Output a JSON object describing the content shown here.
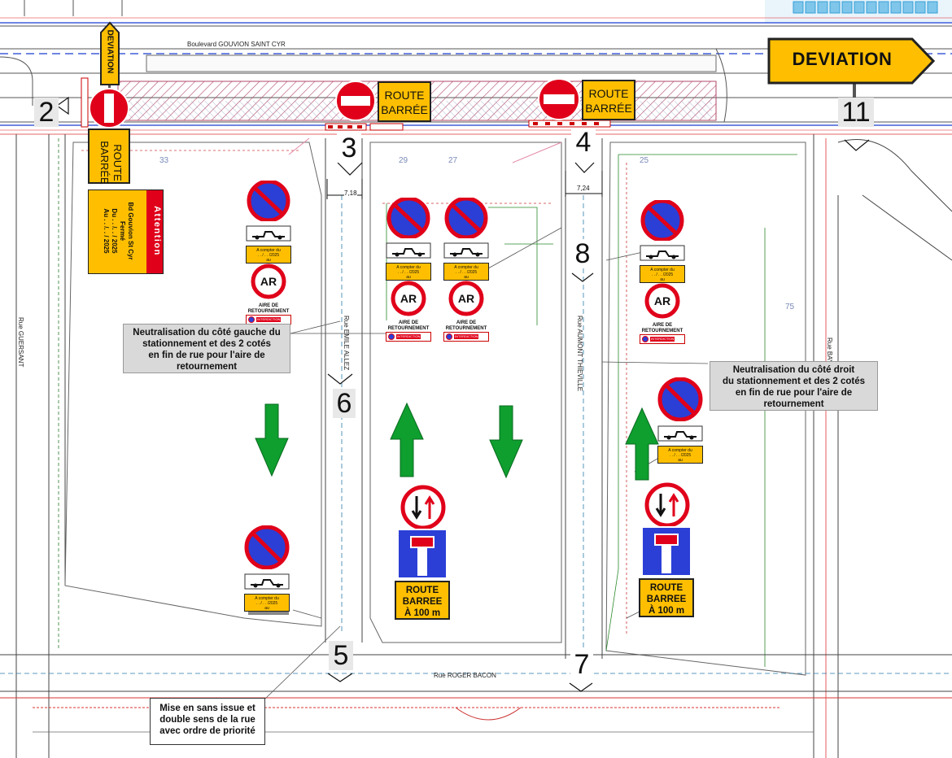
{
  "streets": {
    "boulevard": "Boulevard GOUVION SAINT CYR",
    "guersant": "Rue GUERSANT",
    "emile_allez": "Rue EMILE ALLEZ",
    "aumont_thieville": "Rue AUMONT THIEVILLE",
    "roger_bacon": "Rue ROGER BACON",
    "bayen": "Rue BAY"
  },
  "signs": {
    "deviation_big": "DEVIATION",
    "deviation_small": "DEVIATION",
    "route_barree": [
      "ROUTE",
      "BARRÉE"
    ],
    "route_barree_100": [
      "ROUTE",
      "BARREE",
      "À 100 m"
    ],
    "attention": {
      "header": "Attention",
      "lines": [
        "Bd Gouvion St Cyr",
        "Fermé",
        "Du . . /. . / 2025",
        "Au . . /. . / 2025"
      ]
    },
    "parking_panel": {
      "from": "A compter du",
      "date": ". . / . . /2025",
      "ou": "au",
      "date2": ". . / . . /2025"
    },
    "ar_label": "AR",
    "aire": [
      "AIRE DE",
      "RETOURNEMENT"
    ],
    "interdiction": [
      "INTERDICTION",
      "DE STATIONNER"
    ]
  },
  "measures": {
    "width_3": "7,18",
    "width_4": "7,24"
  },
  "points": [
    "2",
    "3",
    "4",
    "5",
    "6",
    "7",
    "8",
    "11"
  ],
  "notes": {
    "left": [
      "Neutralisation du côté gauche du",
      "stationnement et des 2 cotés",
      "en fin de rue pour l'aire de",
      "retournement"
    ],
    "right": [
      "Neutralisation du côté droit",
      "du stationnement et des 2 cotés",
      "en fin de rue pour l'aire de",
      "retournement"
    ],
    "bottom": [
      "Mise en sans issue et",
      "double sens de la rue",
      "avec ordre de priorité"
    ]
  },
  "colors": {
    "sign_yellow": "#ffbf00",
    "no_entry_red": "#e0001a",
    "arrow_green": "#0e9f2e",
    "parking_blue": "#2b3fd6",
    "dead_end_blue": "#2b3fd6",
    "attention_red": "#e0001a"
  },
  "lots": [
    "33",
    "29",
    "27",
    "25",
    "75"
  ]
}
